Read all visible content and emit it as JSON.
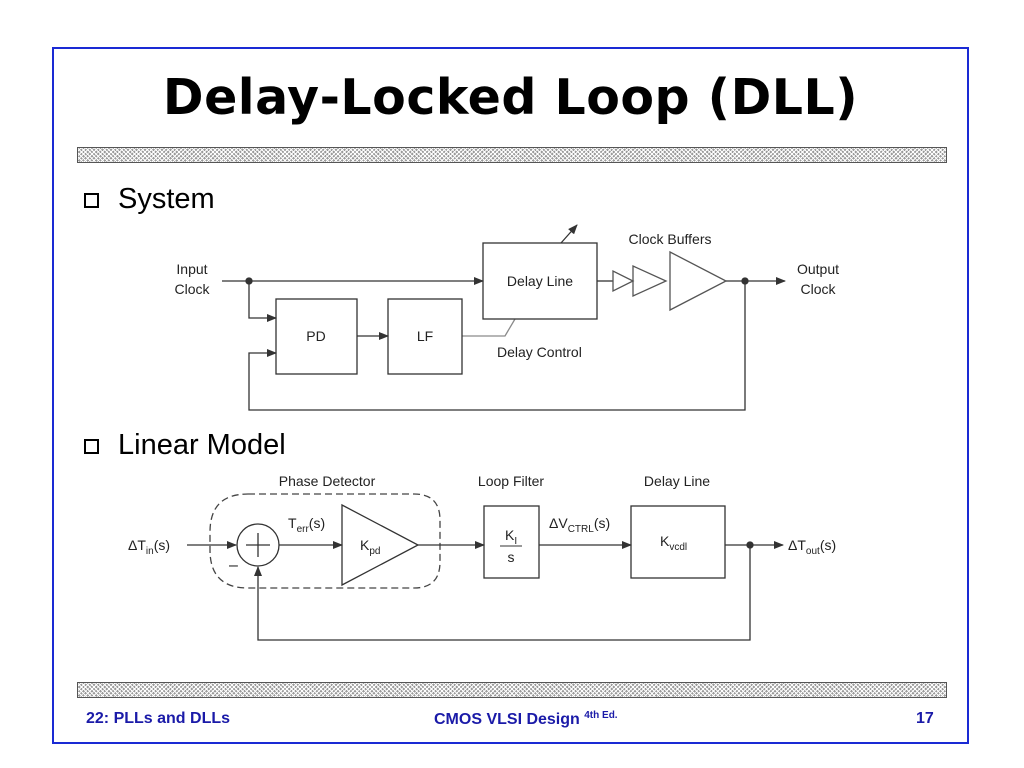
{
  "title": "Delay-Locked Loop (DLL)",
  "bullets": {
    "system": "System",
    "linear_model": "Linear Model"
  },
  "system": {
    "input_clock": [
      "Input",
      "Clock"
    ],
    "output_clock": [
      "Output",
      "Clock"
    ],
    "delay_line": "Delay Line",
    "clock_buffers": "Clock Buffers",
    "pd": "PD",
    "lf": "LF",
    "delay_control": "Delay Control"
  },
  "linear": {
    "phase_detector": "Phase Detector",
    "loop_filter": "Loop Filter",
    "delay_line": "Delay Line",
    "t_in": {
      "pre": "ΔT",
      "sub": "in",
      "post": "(s)"
    },
    "t_err": {
      "pre": "T",
      "sub": "err",
      "post": "(s)"
    },
    "k_pd": {
      "pre": "K",
      "sub": "pd"
    },
    "k_i": {
      "pre": "K",
      "sub": "I"
    },
    "filter_den": "s",
    "v_ctrl": {
      "pre": "ΔV",
      "sub": "CTRL",
      "post": "(s)"
    },
    "k_vcdl": {
      "pre": "K",
      "sub": "vcdl"
    },
    "t_out": {
      "pre": "ΔT",
      "sub": "out",
      "post": "(s)"
    },
    "minus": "–"
  },
  "footer": {
    "left": "22: PLLs and DLLs",
    "center": "CMOS VLSI Design",
    "center_sup": "4th Ed.",
    "right": "17"
  },
  "colors": {
    "frame": "#1a2ad4",
    "footer_text": "#1a1aa8",
    "hatch": "#9a9a9a"
  }
}
